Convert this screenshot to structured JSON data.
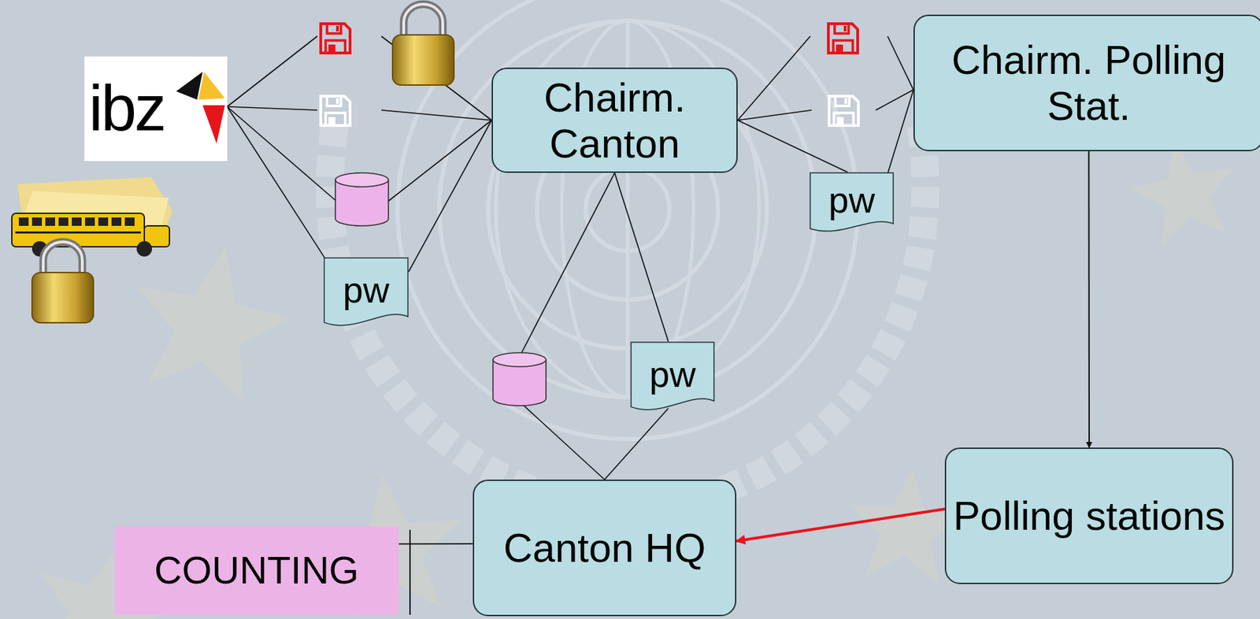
{
  "diagram": {
    "nodes": [
      {
        "text": [
          "ibz"
        ]
      },
      {
        "text": [
          "Chairm. Canton"
        ]
      },
      {
        "text": [
          "Chairm. Polling Stat."
        ]
      },
      {
        "text": [
          "pw"
        ]
      },
      {
        "text": [
          "pw"
        ]
      },
      {
        "text": [
          "pw"
        ]
      },
      {
        "text": [
          "Polling stations"
        ]
      },
      {
        "text": [
          "COUNTING"
        ]
      },
      {
        "text": [
          "Canton HQ"
        ]
      }
    ],
    "edges": [
      {
        "from": 0,
        "to": 3,
        "arrow": "none"
      },
      {
        "from": 3,
        "to": 1,
        "arrow": "none"
      },
      {
        "from": 1,
        "to": 4,
        "arrow": "none"
      },
      {
        "from": 4,
        "to": 2,
        "arrow": "none"
      },
      {
        "from": 1,
        "to": 5,
        "arrow": "none"
      },
      {
        "from": 5,
        "to": 8,
        "arrow": "none"
      },
      {
        "from": 2,
        "to": 6,
        "arrow": "to"
      },
      {
        "from": 6,
        "to": 8,
        "arrow": "to"
      },
      {
        "from": 8,
        "to": 7,
        "arrow": "none"
      }
    ]
  }
}
